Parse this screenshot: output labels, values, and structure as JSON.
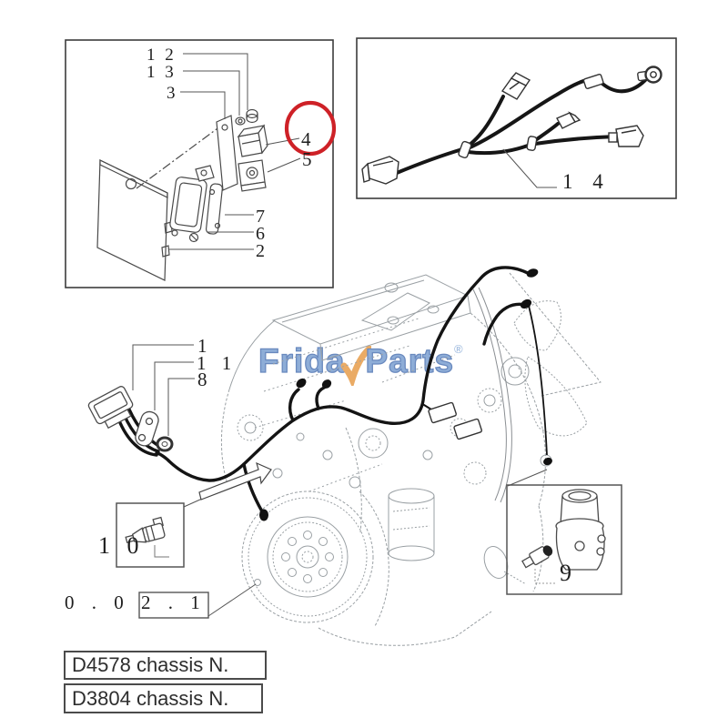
{
  "watermark": {
    "text_left": "Frida",
    "text_right": "Parts",
    "registered": "®",
    "blue": "#7fa2d2",
    "orange": "#e8a050"
  },
  "relay_inset": {
    "callouts": {
      "c12": "1 2",
      "c13": "1 3",
      "c3": "3",
      "c4": "4",
      "c5": "5",
      "c7": "7",
      "c6": "6",
      "c2": "2"
    },
    "highlighted_callout": "4",
    "highlight_color": "#ce2127"
  },
  "harness_inset": {
    "callout_14": "1 4"
  },
  "engine_view": {
    "callout_1": "1",
    "callout_11": "1 1",
    "callout_8": "8",
    "callout_10": "1 0",
    "callout_9": "9",
    "section_ref": "0 . 0 2 . 1"
  },
  "chassis_notes": [
    {
      "label": "D4578 chassis N."
    },
    {
      "label": "D3804 chassis N."
    }
  ]
}
